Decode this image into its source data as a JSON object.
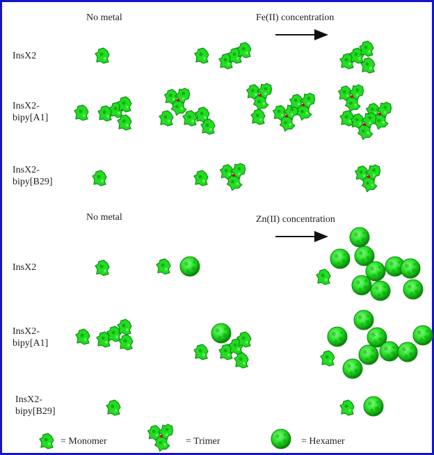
{
  "panels": [
    {
      "no_metal_label": "No metal",
      "concentration_label": "Fe(II) concentration",
      "rows": [
        "InsX2",
        "InsX2-\nbipy[A1]",
        "InsX2-\nbipy[B29]"
      ]
    },
    {
      "no_metal_label": "No metal",
      "concentration_label": "Zn(II) concentration",
      "rows": [
        "InsX2",
        "InsX2-\nbipy[A1]",
        "InsX2-\nbipy[B29]"
      ]
    }
  ],
  "legend": {
    "monomer": "= Monomer",
    "trimer": "= Trimer",
    "hexamer": "= Hexamer"
  },
  "colors": {
    "frame": "#1414c8",
    "protein": "#22dd22",
    "protein_dark": "#0e8a0e",
    "metal_site": "#a02020"
  }
}
